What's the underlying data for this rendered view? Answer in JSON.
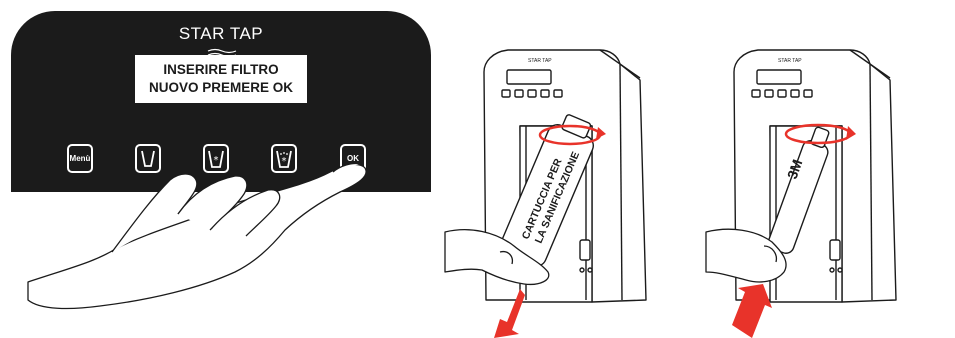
{
  "panel": {
    "brand": "STAR TAP",
    "display_line1": "INSERIRE FILTRO",
    "display_line2": "NUOVO PREMERE OK",
    "buttons": [
      {
        "label": "Menù",
        "icon": "menu-label"
      },
      {
        "label": "",
        "icon": "glass-icon"
      },
      {
        "label": "",
        "icon": "cold-water-icon"
      },
      {
        "label": "",
        "icon": "sparkling-water-icon"
      },
      {
        "label": "OK",
        "icon": "ok-label"
      }
    ]
  },
  "step_left": {
    "device_brand": "STAR TAP",
    "cartridge_line1": "CARTUCCIA PER",
    "cartridge_line2": "LA SANIFICAZIONE",
    "arrow": "pull-down"
  },
  "step_right": {
    "device_brand": "STAR TAP",
    "cartridge_text": "3M",
    "arrow": "push-up"
  },
  "colors": {
    "panel": "#1b1b1b",
    "line": "#1b1b1b",
    "arrow_red": "#e8332a"
  }
}
